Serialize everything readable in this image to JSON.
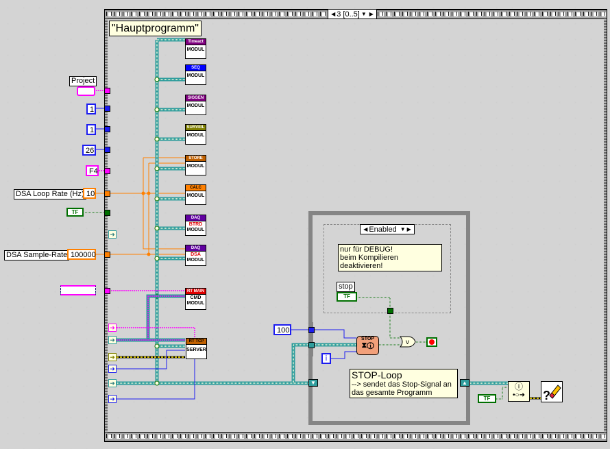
{
  "sequence": {
    "selector": "3 [0..5]",
    "frame_title": "\"Hauptprogramm\""
  },
  "inputs": {
    "project_label": "Project",
    "const_1a": "1",
    "const_1b": "1",
    "const_26": "26",
    "const_f4": "F4",
    "loop_rate_label": "DSA Loop Rate (Hz)",
    "loop_rate_value": "10",
    "bool_const": "TF",
    "sample_rate_label": "DSA Sample-Rate",
    "sample_rate_value": "100000"
  },
  "modules": [
    {
      "header": "Timeact",
      "body": "MODUL",
      "color": "#800080"
    },
    {
      "header": "SEQ",
      "body": "MODUL",
      "color": "#0000ff"
    },
    {
      "header": "SIGGEN",
      "body": "MODUL",
      "color": "#800080"
    },
    {
      "header": "SURVEIL",
      "body": "MODUL",
      "color": "#808000"
    },
    {
      "header": "STORE",
      "body": "MODUL",
      "color": "#c06000"
    },
    {
      "header": "CALC",
      "body": "MODUL",
      "color": "#ff8000"
    },
    {
      "header": "DAQ",
      "sub": "BTRD",
      "body": "MODUL",
      "color": "#6000a0"
    },
    {
      "header": "DAQ",
      "sub": "DSA",
      "body": "MODUL",
      "color": "#6000a0"
    },
    {
      "header": "RT MAIN",
      "sub": "CMD",
      "body": "MODUL",
      "color": "#e00000"
    },
    {
      "header": "RT TCP",
      "body": "SERVER",
      "color": "#c06000"
    }
  ],
  "stop_loop": {
    "diagram_disable": "Enabled",
    "debug_comment_line1": "nur für DEBUG!",
    "debug_comment_line2": "beim Kompilieren deaktivieren!",
    "stop_label": "stop",
    "stop_control": "TF",
    "timeout_const": "100",
    "iteration": "i",
    "stop_vi_label": "STOP",
    "or_gate": "v",
    "comment_title": "STOP-Loop",
    "comment_line1": "--> sendet das Stop-Signal an",
    "comment_line2": "das gesamte Programm"
  },
  "outputs": {
    "bool_const": "TF"
  },
  "colors": {
    "blue_wire": "#1d1df0",
    "pink_wire": "#ff00ff",
    "orange_wire": "#ff8000",
    "green_wire": "#006f00",
    "cluster_wire": "#2f9d9d",
    "error_wire": "#c8b400",
    "loop_border": "#858585"
  }
}
